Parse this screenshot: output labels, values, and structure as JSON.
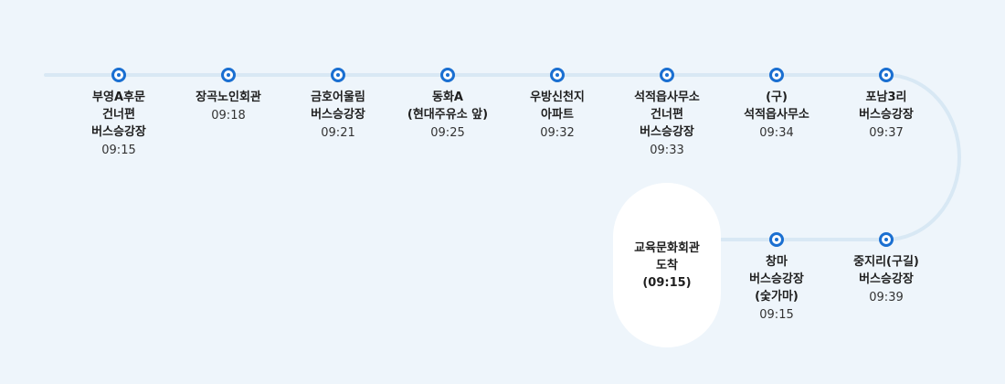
{
  "stops": [
    {
      "name": "부영A후문\n건너편\n버스승강장",
      "time": "09:15"
    },
    {
      "name": "장곡노인회관",
      "time": "09:18"
    },
    {
      "name": "금호어울림\n버스승강장",
      "time": "09:21"
    },
    {
      "name": "동화A\n(현대주유소 앞)",
      "time": "09:25"
    },
    {
      "name": "우방신천지\n아파트",
      "time": "09:32"
    },
    {
      "name": "석적읍사무소\n건너편\n버스승강장",
      "time": "09:33"
    },
    {
      "name": "(구)\n석적읍사무소",
      "time": "09:34"
    },
    {
      "name": "포남3리\n버스승강장",
      "time": "09:37"
    },
    {
      "name": "중지리(구길)\n버스승강장",
      "time": "09:39"
    },
    {
      "name": "창마\n버스승강장\n(숯가마)",
      "time": "09:15"
    }
  ],
  "arrival": {
    "text": "교육문화회관\n도착\n(09:15)"
  },
  "colors": {
    "line": "#d8e8f4",
    "dot": "#1a6fd1",
    "background": "#eef5fb"
  }
}
